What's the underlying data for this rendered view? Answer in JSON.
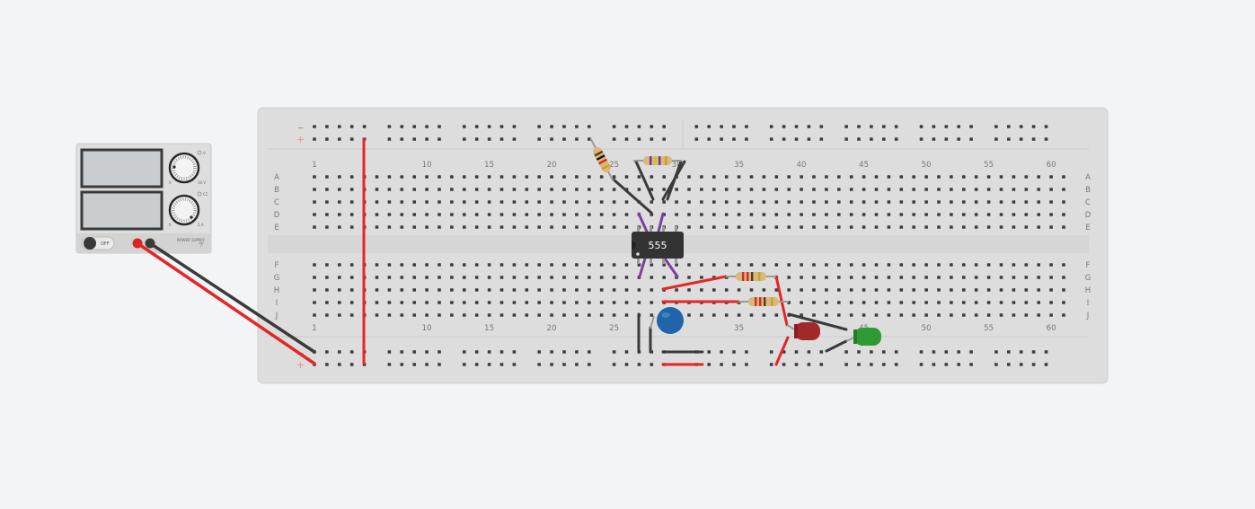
{
  "breadboard": {
    "column_numbers": [
      "1",
      "10",
      "15",
      "20",
      "25",
      "30",
      "35",
      "40",
      "45",
      "50",
      "55",
      "60"
    ],
    "rows_top": [
      "A",
      "B",
      "C",
      "D",
      "E"
    ],
    "rows_bottom": [
      "F",
      "G",
      "H",
      "I",
      "J"
    ],
    "rail_symbols": {
      "minus": "−",
      "plus": "+"
    }
  },
  "power_supply": {
    "switch_label": "OFF",
    "voltage_unit": "V",
    "current_unit": "CC",
    "voltage_max": "30 V",
    "current_max": "5 A",
    "zero": "0",
    "caption": "POWER SUPPLY"
  },
  "chip": {
    "label": "555"
  },
  "colors": {
    "wire_red": "#e32626",
    "wire_black": "#3a3a3a",
    "ic_body": "#333333",
    "led_red": "#a3282a",
    "led_green": "#2e9a33",
    "capacitor": "#2065a8",
    "breadboard": "#dddddd",
    "jumper_purple": "#7b3fa0"
  }
}
